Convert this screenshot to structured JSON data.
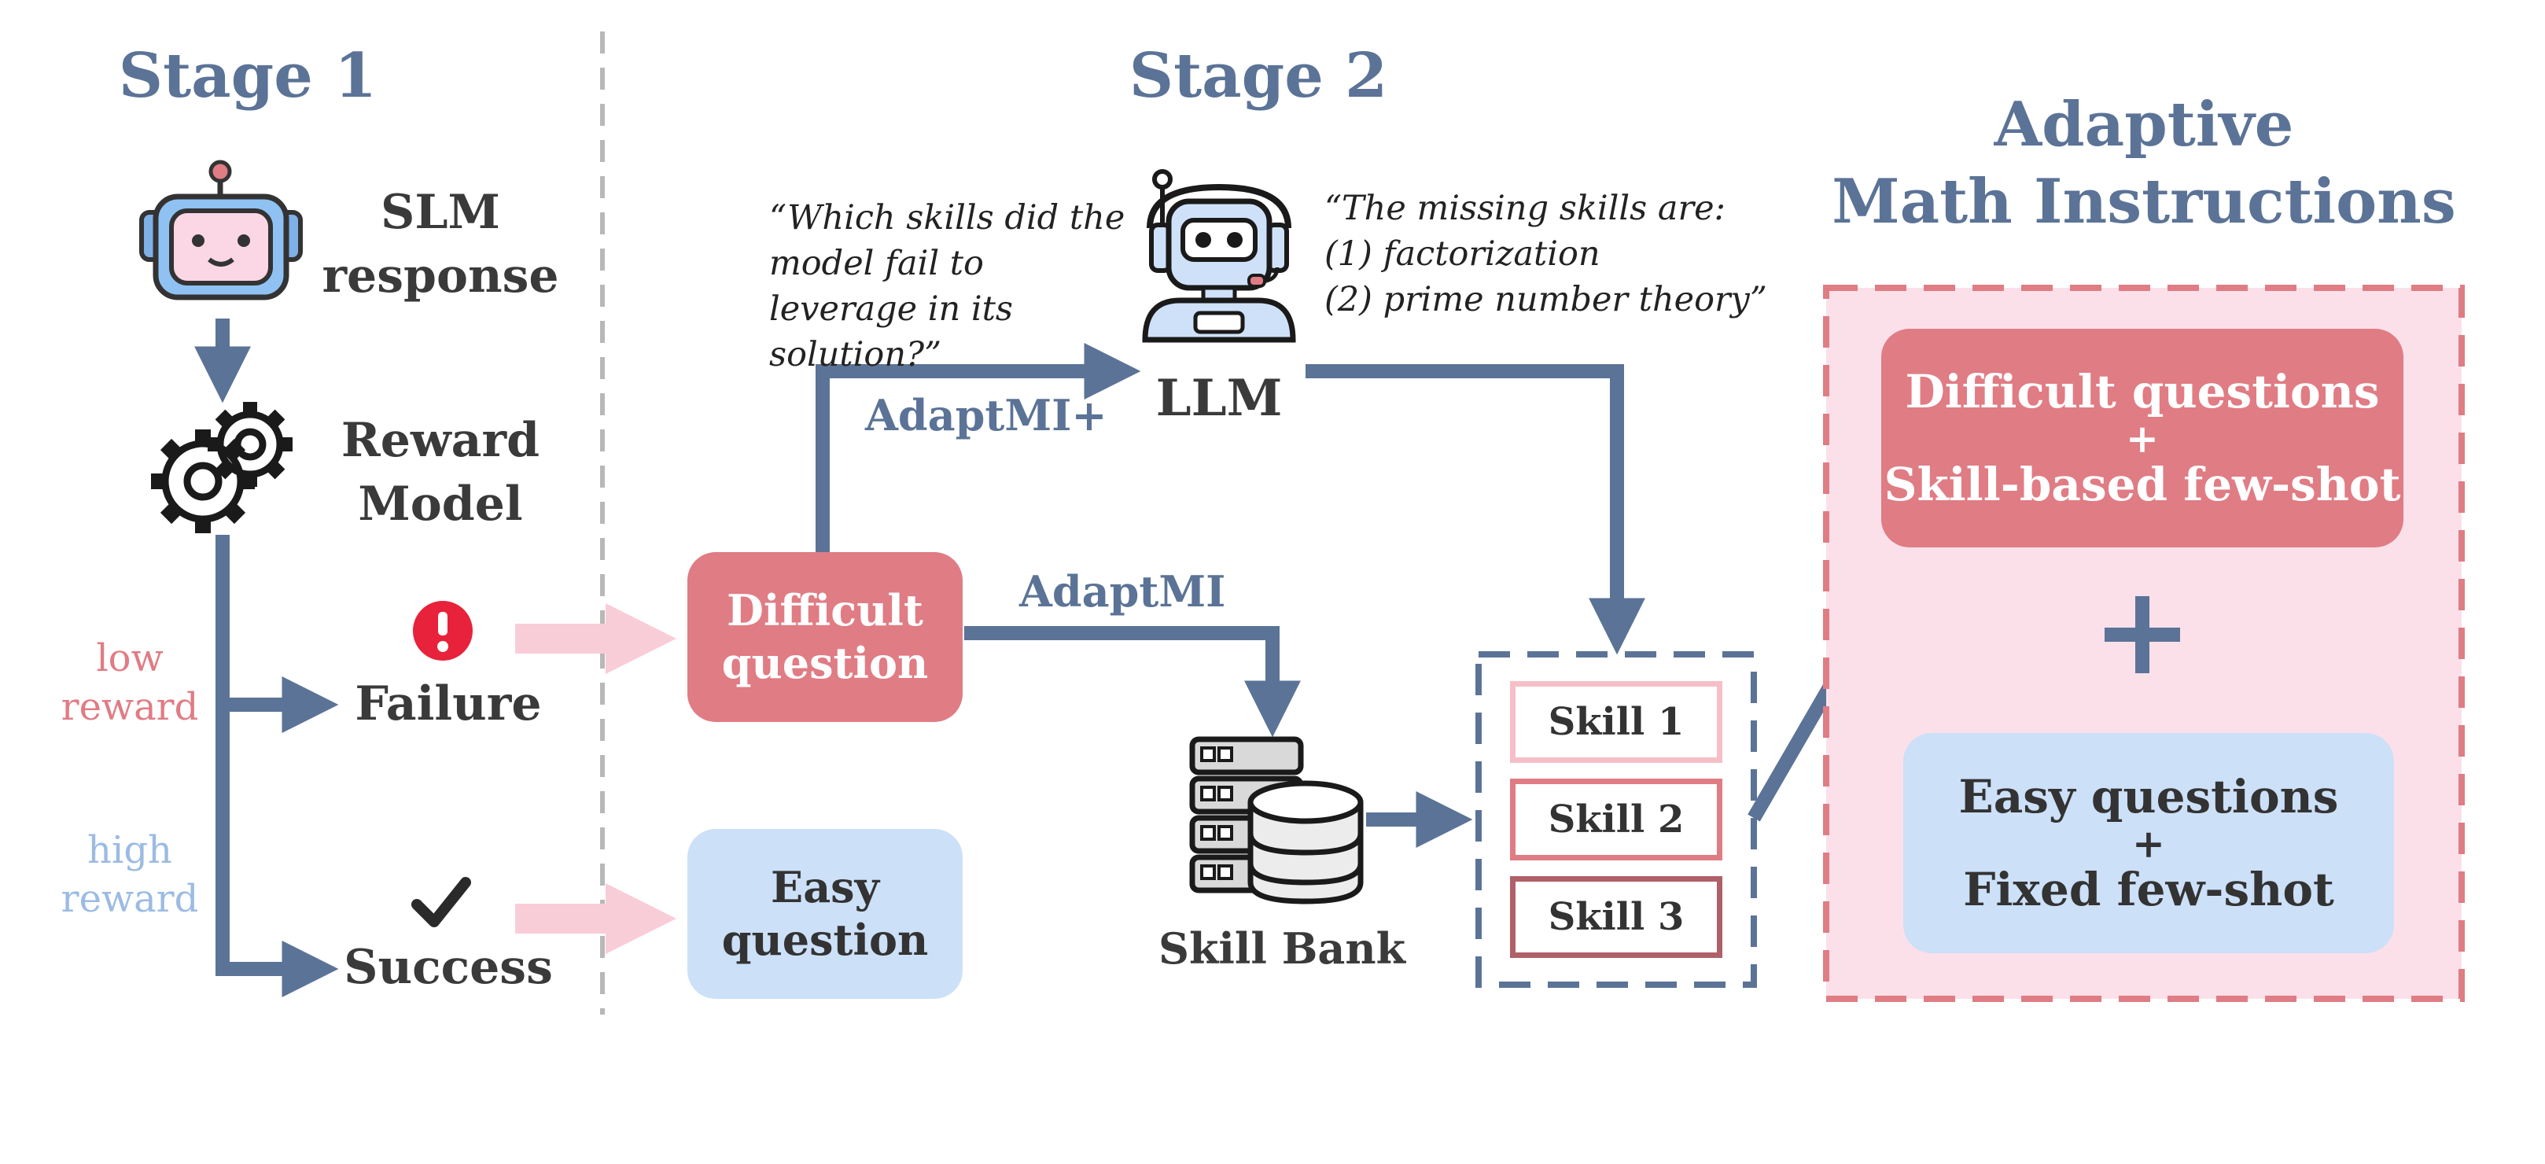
{
  "stage1": {
    "title": "Stage 1",
    "slm_label": "SLM response",
    "reward_label": "Reward Model",
    "low_reward": "low reward",
    "high_reward": "high reward",
    "failure": "Failure",
    "success": "Success"
  },
  "stage2": {
    "title": "Stage 2",
    "question_quote": "“Which skills did the model fail to leverage in its solution?”",
    "answer_quote_lines": [
      "“The missing skills are:",
      "(1)  factorization",
      "(2)  prime number theory”"
    ],
    "llm": "LLM",
    "adaptmi_plus": "AdaptMI+",
    "adaptmi": "AdaptMI",
    "difficult_question": "Difficult question",
    "easy_question": "Easy question",
    "skill_bank": "Skill Bank",
    "skills": [
      "Skill 1",
      "Skill 2",
      "Skill 3"
    ]
  },
  "output": {
    "title_line1": "Adaptive",
    "title_line2": "Math Instructions",
    "difficult_line1": "Difficult questions",
    "difficult_plus": "+",
    "difficult_line2": "Skill-based few-shot",
    "big_plus": "+",
    "easy_line1": "Easy questions",
    "easy_plus": "+",
    "easy_line2": "Fixed few-shot"
  },
  "colors": {
    "arrow_blue": "#5b7396",
    "pink_arrow": "#f9cdd8",
    "difficult_fill": "#e07c84",
    "easy_fill": "#cce0f8",
    "panel_fill": "#fbe0ea",
    "panel_border": "#e07c84",
    "divider": "#b8b8b8"
  }
}
